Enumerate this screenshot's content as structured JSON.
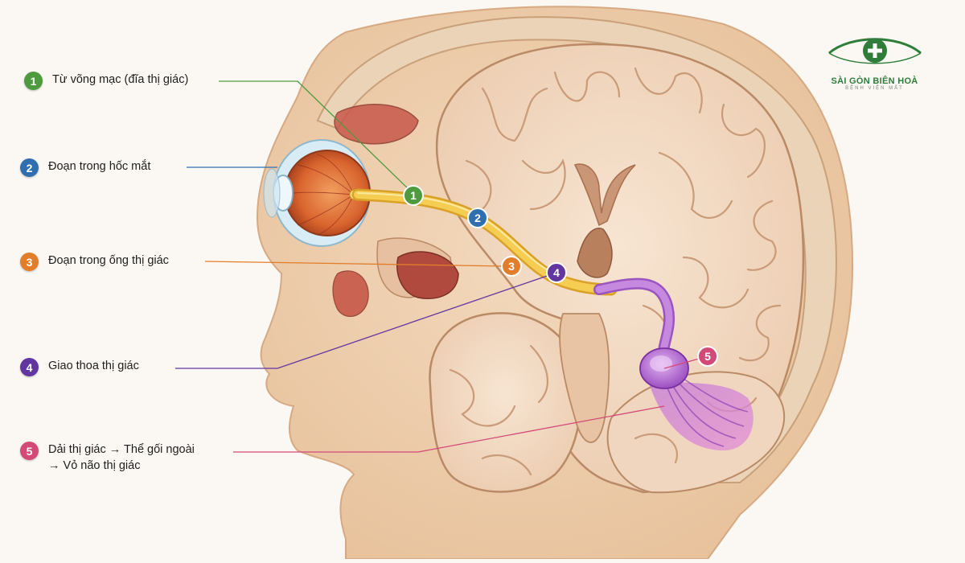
{
  "logo": {
    "name": "SÀI GÒN BIÊN HOÀ",
    "subtitle": "BỆNH VIỆN MẮT"
  },
  "colors": {
    "green": "#4e9a3e",
    "blue": "#2f6fb0",
    "orange": "#e27d2a",
    "purple": "#6236a0",
    "pink": "#d34a78",
    "nerve": "#f0c23c",
    "tract": "#b36ad2"
  },
  "legend": [
    {
      "number": "1",
      "lines": [
        "Từ võng mạc (đĩa thị giác)"
      ]
    },
    {
      "number": "2",
      "lines": [
        "Đoạn trong hốc mắt"
      ]
    },
    {
      "number": "3",
      "lines": [
        "Đoạn trong ống thị giác"
      ]
    },
    {
      "number": "4",
      "lines": [
        "Giao thoa thị giác"
      ]
    },
    {
      "number": "5",
      "lines": [
        "Dải thị giác → Thể gối ngoài",
        "→ Vỏ não thị giác"
      ]
    }
  ]
}
